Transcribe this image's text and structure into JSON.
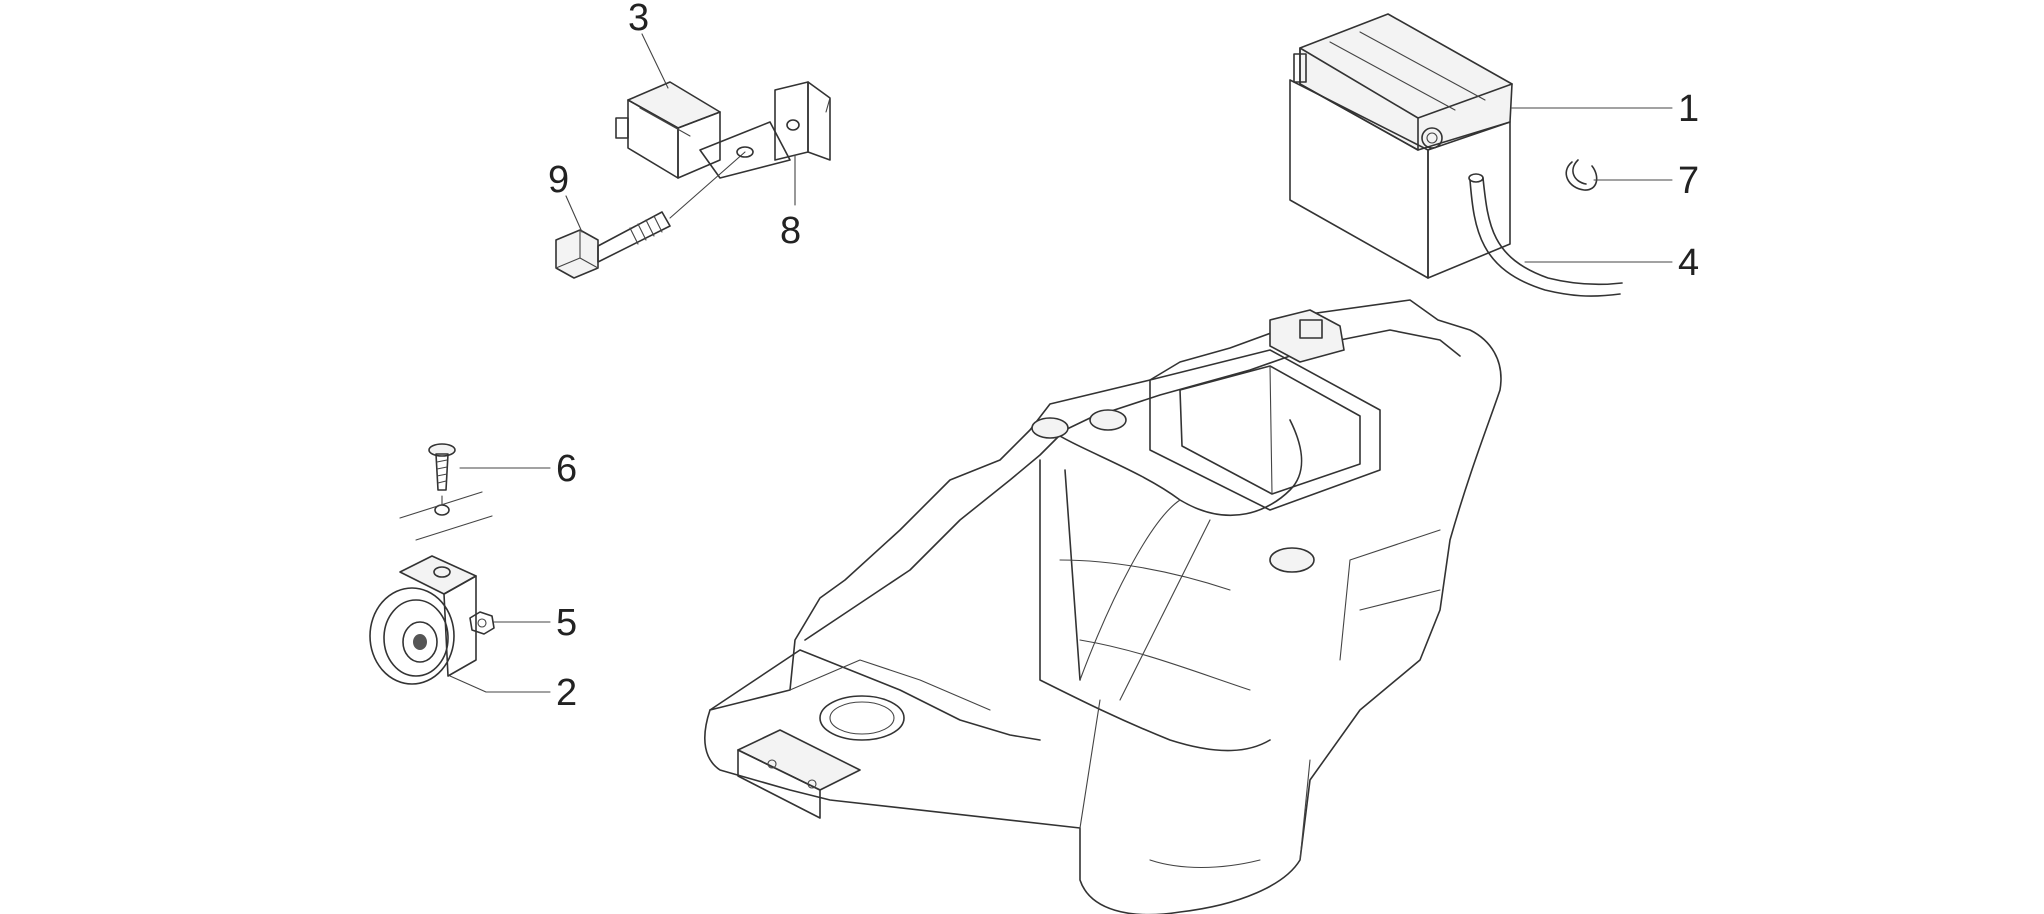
{
  "diagram": {
    "callouts": [
      {
        "id": "1",
        "label": "1",
        "part": "battery"
      },
      {
        "id": "2",
        "label": "2",
        "part": "horn"
      },
      {
        "id": "3",
        "label": "3",
        "part": "relay"
      },
      {
        "id": "4",
        "label": "4",
        "part": "vent-tube"
      },
      {
        "id": "5",
        "label": "5",
        "part": "nut"
      },
      {
        "id": "6",
        "label": "6",
        "part": "screw"
      },
      {
        "id": "7",
        "label": "7",
        "part": "clip"
      },
      {
        "id": "8",
        "label": "8",
        "part": "bracket"
      },
      {
        "id": "9",
        "label": "9",
        "part": "bolt"
      }
    ]
  }
}
